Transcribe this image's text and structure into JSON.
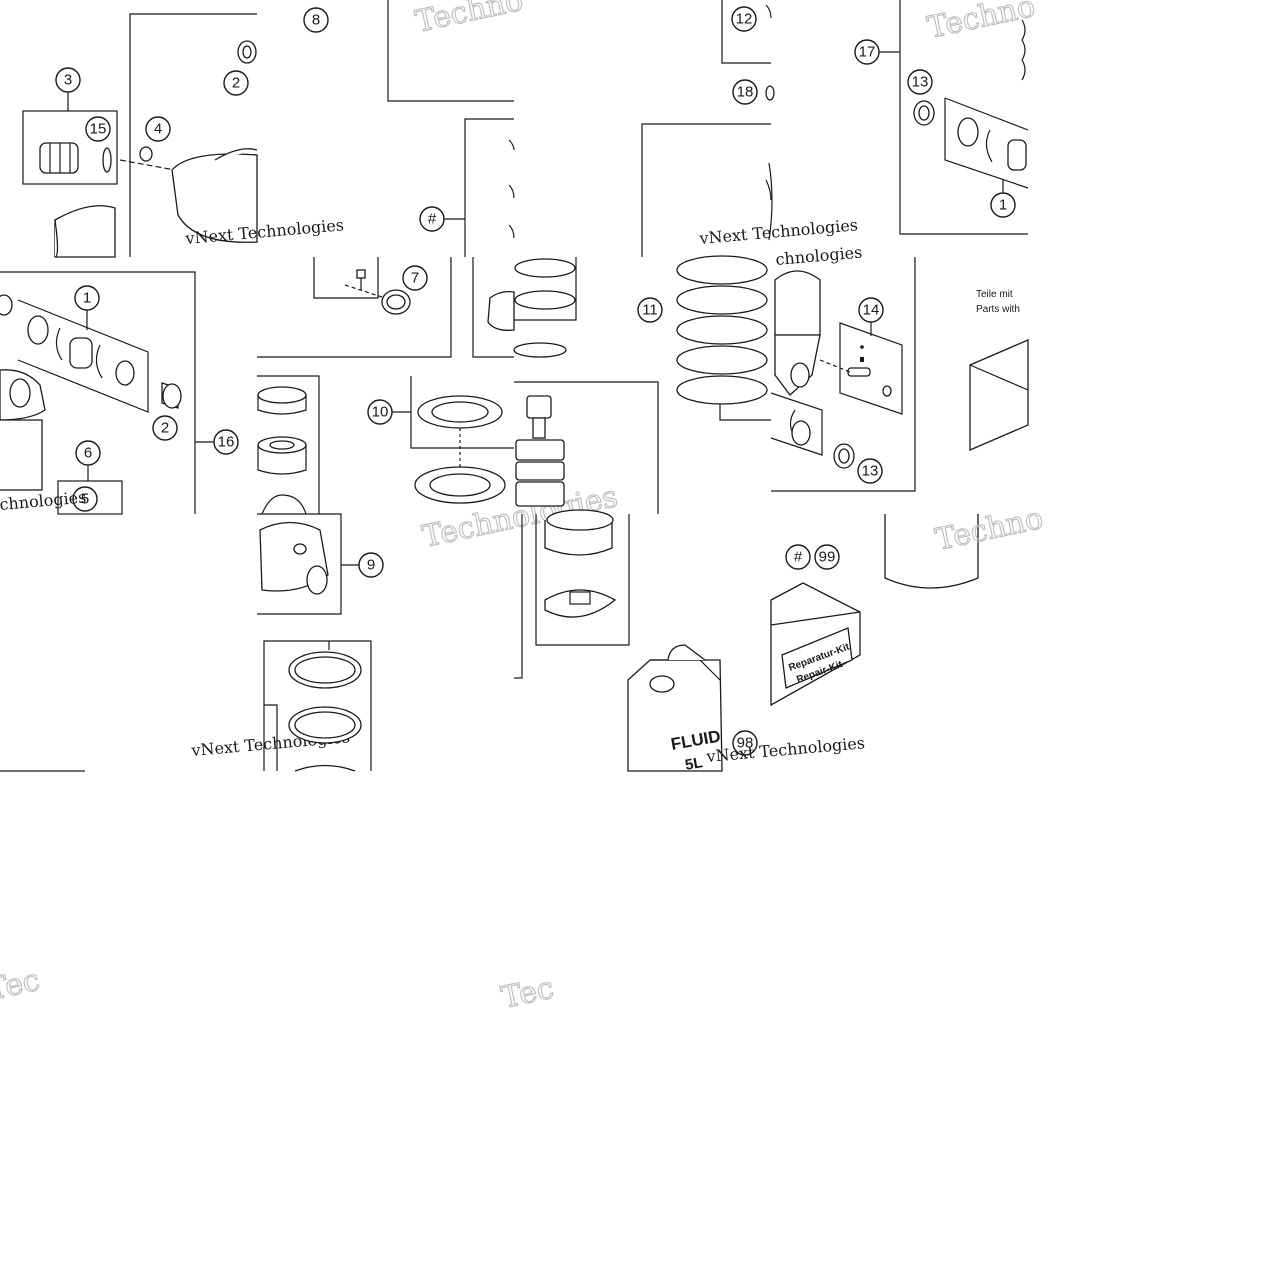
{
  "page": {
    "background": "#ffffff",
    "ink": "#1a1a1a",
    "watermark_color": "#c8c8c8"
  },
  "watermark": {
    "line1": "vNext Technologies",
    "word": "Technologies",
    "short": "Techno",
    "mid": "chnologies",
    "frag": "Tec"
  },
  "callouts": {
    "c1": "1",
    "c2": "2",
    "c3": "3",
    "c4": "4",
    "c5": "5",
    "c6": "6",
    "c7": "7",
    "c8": "8",
    "c9": "9",
    "c10": "10",
    "c11": "11",
    "c12": "12",
    "c13": "13",
    "c14": "14",
    "c15": "15",
    "c16": "16",
    "c17": "17",
    "c18": "18",
    "c98": "98",
    "c99": "99",
    "hash": "#"
  },
  "notes": {
    "teile_mit": "Teile mit",
    "parts_with": "Parts with"
  },
  "repair_kit": {
    "line1": "Reparatur-Kit",
    "line2": "Repair-Kit"
  },
  "fluid_can": {
    "line1": "FLUID",
    "line2": "5L"
  }
}
